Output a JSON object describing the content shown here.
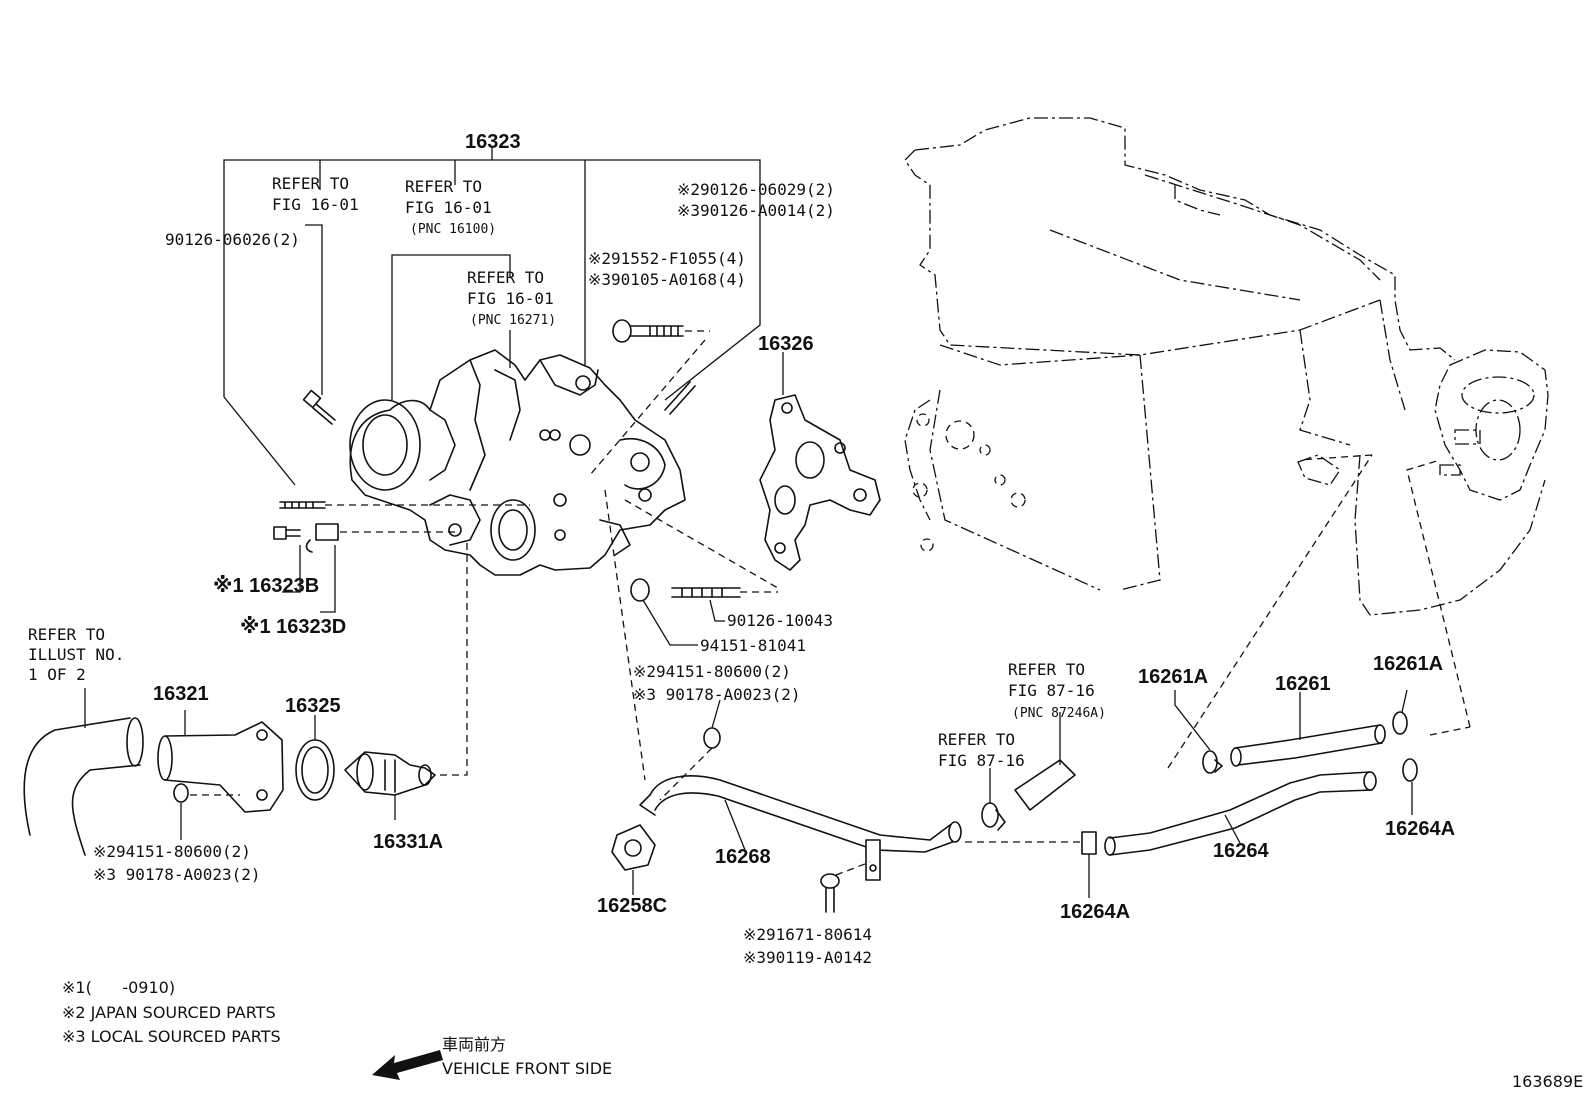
{
  "labels": {
    "p16323": "16323",
    "refer1": [
      "REFER TO",
      "FIG 16-01"
    ],
    "refer2": [
      "REFER TO",
      "FIG 16-01",
      "(PNC 16100)"
    ],
    "refer3": [
      "REFER TO",
      "FIG 16-01",
      "(PNC 16271)"
    ],
    "bolt_90126_06026": "90126-06026(2)",
    "b_90126_06029": "※290126-06029(2)",
    "b_90126_A0014": "※390126-A0014(2)",
    "b_91552": "※291552-F1055(4)",
    "b_90105": "※390105-A0168(4)",
    "p16326": "16326",
    "p16323B": "※1 16323B",
    "p16323D": "※1 16323D",
    "stud_90126_10043": "90126-10043",
    "nut_94151_81041": "94151-81041",
    "nut_94151_80600_a": "※294151-80600(2)",
    "nut_90178_a": "※3 90178-A0023(2)",
    "refer_illust": [
      "REFER TO",
      "ILLUST NO.",
      "1 OF 2"
    ],
    "p16321": "16321",
    "p16325": "16325",
    "p16331A": "16331A",
    "nut_94151_80600_b": "※294151-80600(2)",
    "nut_90178_b": "※3 90178-A0023(2)",
    "refer_87_16_pnc": [
      "REFER TO",
      "FIG 87-16",
      "(PNC 87246A)"
    ],
    "refer_87_16": [
      "REFER TO",
      "FIG 87-16"
    ],
    "p16261A_left": "16261A",
    "p16261": "16261",
    "p16261A_right": "16261A",
    "p16264A_right": "16264A",
    "p16264": "16264",
    "p16264A_mid": "16264A",
    "p16268": "16268",
    "p16258C": "16258C",
    "bolt_91671": "※291671-80614",
    "bolt_90119": "※390119-A0142",
    "figure_number": "163689E"
  },
  "legend": {
    "note1": "※1(      -0910)",
    "note2": "※2 JAPAN SOURCED PARTS",
    "note3": "※3 LOCAL SOURCED PARTS"
  },
  "direction": {
    "jp": "車両前方",
    "en": "VEHICLE FRONT SIDE"
  }
}
